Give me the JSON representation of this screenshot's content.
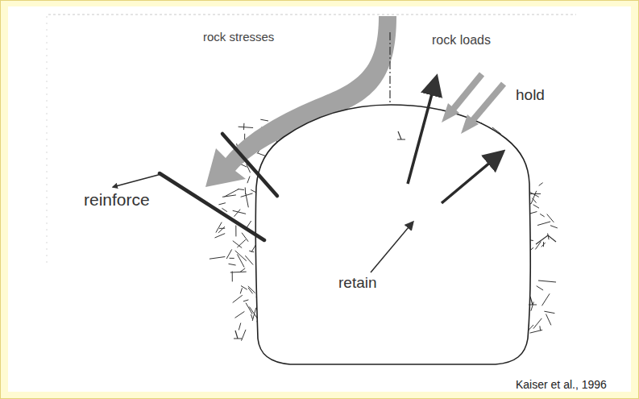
{
  "diagram": {
    "labels": [
      "rock stresses",
      "rock loads",
      "hold",
      "reinforce",
      "retain",
      "Kaiser et al., 1996"
    ]
  }
}
